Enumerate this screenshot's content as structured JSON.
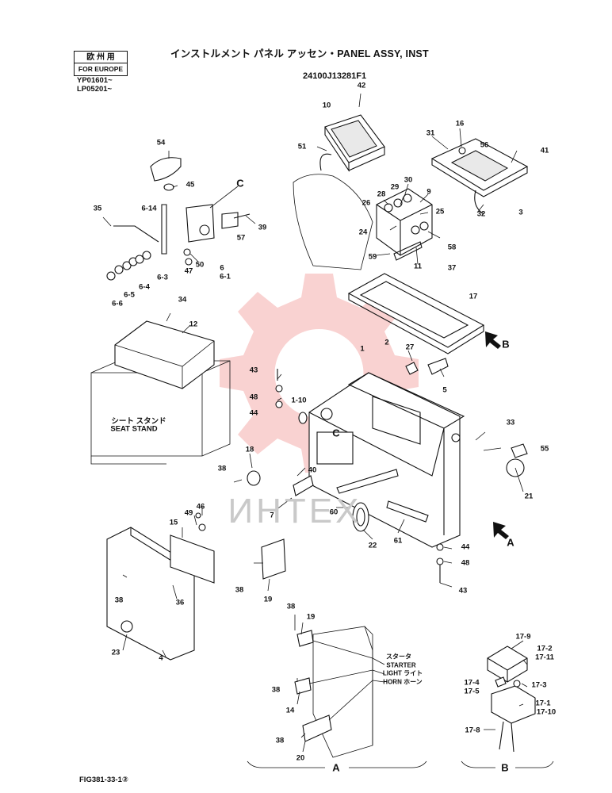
{
  "header": {
    "title": "インストルメント パネル アッセン・PANEL ASSY, INST",
    "doc_number": "24100J13281F1",
    "europe_jp": "欧 州 用",
    "europe_en": "FOR EUROPE",
    "serial_1": "YP01601~",
    "serial_2": "LP05201~"
  },
  "footer": {
    "figure_code": "FIG381-33-1②",
    "detail_a": "A",
    "detail_b": "B"
  },
  "labels": {
    "seat_stand_jp": "シート スタンド",
    "seat_stand_en": "SEAT STAND",
    "starter_jp": "スタータ",
    "starter_en": "STARTER",
    "light": "LIGHT ライト",
    "horn": "HORN ホーン",
    "view_a": "A",
    "view_b": "B",
    "view_c1": "C",
    "view_c2": "C",
    "watermark": "ИНТЕХ"
  },
  "parts": [
    "54",
    "45",
    "35",
    "6-14",
    "C",
    "39",
    "57",
    "50",
    "6",
    "6-1",
    "47",
    "6-3",
    "6-4",
    "6-5",
    "6-6",
    "42",
    "10",
    "51",
    "16",
    "31",
    "56",
    "41",
    "29",
    "30",
    "28",
    "26",
    "9",
    "25",
    "24",
    "58",
    "59",
    "11",
    "32",
    "3",
    "37",
    "17",
    "2",
    "34",
    "12",
    "27",
    "1",
    "5",
    "43",
    "48",
    "44",
    "1-10",
    "33",
    "55",
    "21",
    "18",
    "38",
    "40",
    "7",
    "60",
    "22",
    "61",
    "44",
    "48",
    "43",
    "15",
    "49",
    "46",
    "38",
    "36",
    "23",
    "4",
    "38",
    "19",
    "38",
    "19",
    "38",
    "14",
    "38",
    "20",
    "17-9",
    "17-2",
    "17-11",
    "17-4",
    "17-5",
    "17-3",
    "17-1",
    "17-10",
    "17-8"
  ]
}
